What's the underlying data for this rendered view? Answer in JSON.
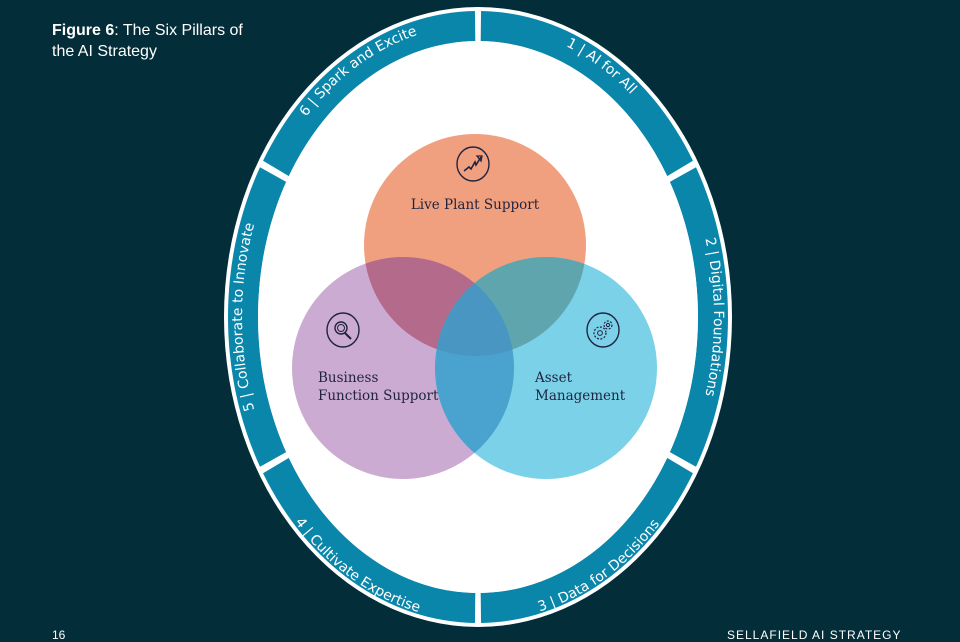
{
  "figure": {
    "label": "Figure 6",
    "title": ": The Six Pillars of",
    "title_line2": "the AI Strategy"
  },
  "colors": {
    "background": "#032d38",
    "ring": "#0b86ab",
    "ring_edge": "#ffffff",
    "inner": "#ffffff",
    "live_plant": "#f0a07e",
    "business": "#c198c8",
    "asset": "#5ec8e3",
    "text_dark": "#1f2340"
  },
  "pillars": [
    {
      "number": "1",
      "label": "1 | AI for All"
    },
    {
      "number": "2",
      "label": "2 | Digital Foundations"
    },
    {
      "number": "3",
      "label": "3 | Data for Decisions"
    },
    {
      "number": "4",
      "label": "4 | Cultivate Expertise"
    },
    {
      "number": "5",
      "label": "5 | Collaborate to Innovate"
    },
    {
      "number": "6",
      "label": "6 | Spark and Excite"
    }
  ],
  "venn": [
    {
      "id": "live-plant-support",
      "icon": "trend-arrow-icon",
      "lines": [
        "Live Plant Support"
      ]
    },
    {
      "id": "business-function-support",
      "icon": "magnifier-icon",
      "lines": [
        "Business",
        "Function Support"
      ]
    },
    {
      "id": "asset-management",
      "icon": "gears-icon",
      "lines": [
        "Asset",
        "Management"
      ]
    }
  ],
  "footer": {
    "page_number": "16",
    "document_title": "SELLAFIELD AI STRATEGY"
  }
}
